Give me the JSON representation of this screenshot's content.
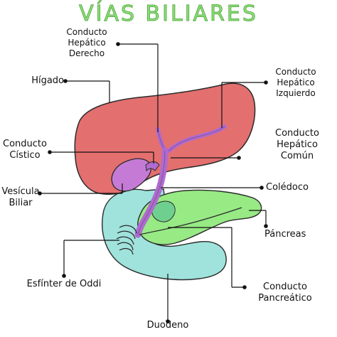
{
  "title": "VÍAS BILIARES",
  "labels": {
    "hepatico_derecho": [
      "Conducto",
      "Hepático",
      "Derecho"
    ],
    "higado": "Hígado",
    "hepatico_izquierdo": [
      "Conducto",
      "Hepático",
      "Izquierdo"
    ],
    "cistico": [
      "Conducto",
      "Cístico"
    ],
    "hepatico_comun": [
      "Conducto",
      "Hepático",
      "Común"
    ],
    "vesicula": [
      "Vesícula",
      "Biliar"
    ],
    "coledoco": "Colédoco",
    "pancreas": "Páncreas",
    "oddi": "Esfínter de Oddi",
    "pancreatico": [
      "Conducto",
      "Pancreático"
    ],
    "duodeno": "Duodeno"
  },
  "colors": {
    "liver": "#e36f6f",
    "liver_outline": "#2b2b2b",
    "gallbladder": "#c57bd6",
    "ducts": "#b06ad0",
    "pancreas": "#97ea84",
    "duodenum": "#9fe3dc",
    "title": "#8fe07a",
    "leader": "#111111"
  }
}
